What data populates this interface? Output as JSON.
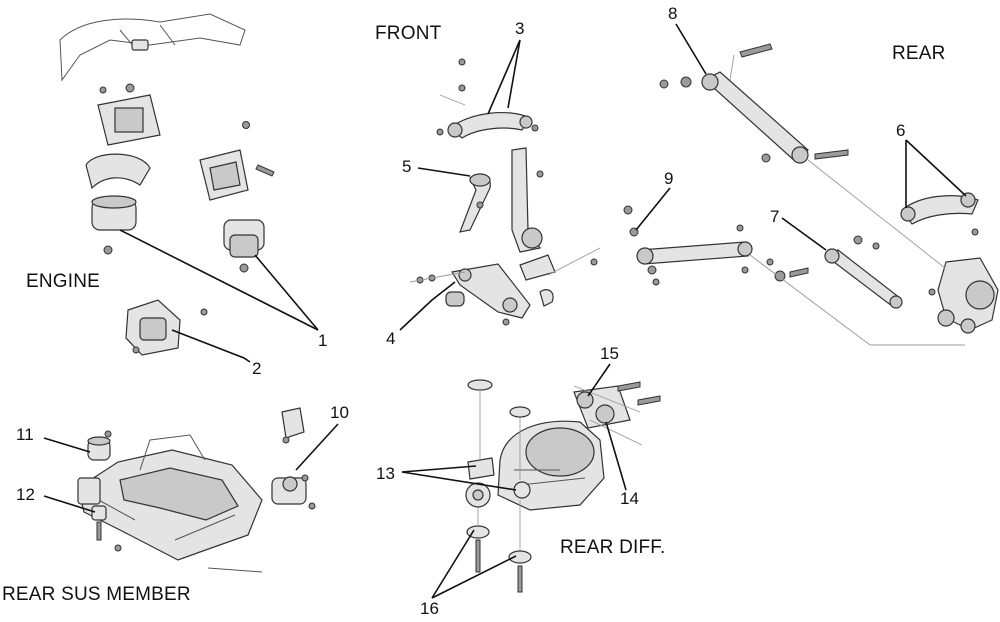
{
  "section_labels": {
    "front": "FRONT",
    "rear": "REAR",
    "engine": "ENGINE",
    "rear_sus_member": "REAR SUS MEMBER",
    "rear_diff": "REAR DIFF."
  },
  "callouts": {
    "n1": "1",
    "n2": "2",
    "n3": "3",
    "n4": "4",
    "n5": "5",
    "n6": "6",
    "n7": "7",
    "n8": "8",
    "n9": "9",
    "n10": "10",
    "n11": "11",
    "n12": "12",
    "n13": "13",
    "n14": "14",
    "n15": "15",
    "n16": "16"
  },
  "colors": {
    "line": "#111111",
    "part_fill": "#e4e4e4",
    "part_shade": "#c9c9c9",
    "guide": "#9a9a9a"
  }
}
